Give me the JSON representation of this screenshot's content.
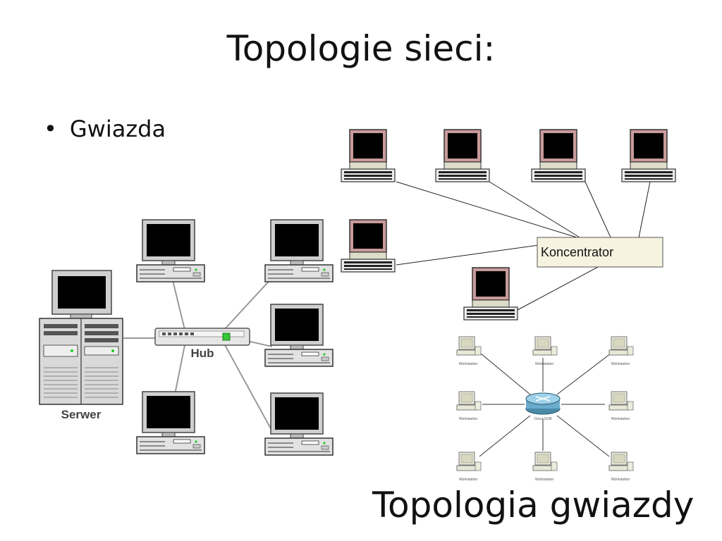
{
  "slide": {
    "title": "Topologie sieci:",
    "bullet": "Gwiazda",
    "caption": "Topologia gwiazdy"
  },
  "diagram_left": {
    "hub_label": "Hub",
    "server_label": "Serwer"
  },
  "diagram_right_top": {
    "concentrator_label": "Koncentrator"
  },
  "diagram_right_bottom": {
    "node_label": "Workstation",
    "center_label": "Cisco 1638"
  },
  "colors": {
    "monitor_gray": "#c8c8c8",
    "monitor_pink": "#c99a9a",
    "hub_green": "#37c837",
    "screen": "#000000"
  }
}
